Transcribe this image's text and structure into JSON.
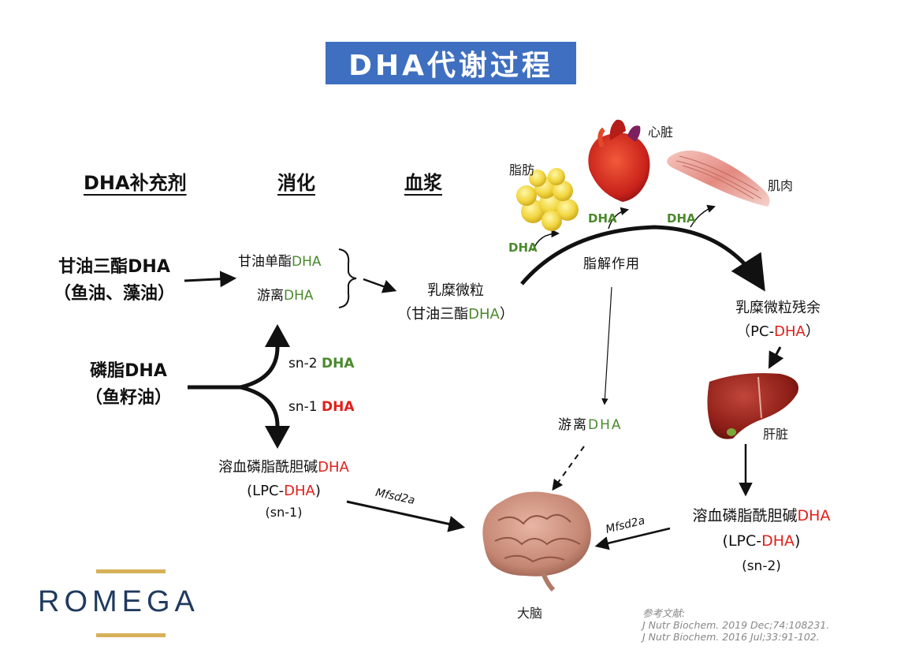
{
  "title": "DHA代谢过程",
  "columns": {
    "supplement": "DHA补充剂",
    "digestion": "消化",
    "plasma": "血浆"
  },
  "triglyceride": {
    "line1": "甘油三酯DHA",
    "line2": "（鱼油、藻油）"
  },
  "phospholipid": {
    "line1": "磷脂DHA",
    "line2": "（鱼籽油）"
  },
  "digestion": {
    "mono_prefix": "甘油单酯",
    "free_prefix": "游离",
    "dha": "DHA"
  },
  "chylomicron": {
    "line1": "乳糜微粒",
    "line2_prefix": "（甘油三酯",
    "dha": "DHA",
    "line2_suffix": "）"
  },
  "sn": {
    "sn2_label": "sn-2",
    "sn1_label": "sn-1",
    "dha": "DHA"
  },
  "lpc_left": {
    "line1_prefix": "溶血磷脂酰胆碱",
    "dha": "DHA",
    "line2_prefix": "(LPC-",
    "line2_suffix": ")",
    "line3": "(sn-1)"
  },
  "lpc_right": {
    "line1_prefix": "溶血磷脂酰胆碱",
    "dha": "DHA",
    "line2_prefix": "(LPC-",
    "line2_suffix": ")",
    "line3": "(sn-2)"
  },
  "lipolysis": "脂解作用",
  "remnant": {
    "line1": "乳糜微粒残余",
    "line2_prefix": "（PC-",
    "dha": "DHA",
    "line2_suffix": "）"
  },
  "free_dha": {
    "prefix": "游离",
    "dha": "DHA"
  },
  "organs": {
    "fat": "脂肪",
    "heart": "心脏",
    "muscle": "肌肉",
    "liver": "肝脏",
    "brain": "大脑"
  },
  "dha_tags": {
    "fat": "DHA",
    "heart": "DHA",
    "muscle": "DHA"
  },
  "transporter": {
    "left": "Mfsd2a",
    "right": "Mfsd2a"
  },
  "logo": "ROMEGA",
  "references": {
    "heading": "参考文献:",
    "ref1": "J Nutr Biochem. 2019 Dec;74:108231.",
    "ref2": "J Nutr Biochem. 2016 Jul;33:91-102."
  },
  "colors": {
    "title_bg": "#3f6fc0",
    "green": "#4a8a2c",
    "red": "#e0201b",
    "logo_navy": "#1f3a5f",
    "logo_gold": "#d7b15a"
  }
}
